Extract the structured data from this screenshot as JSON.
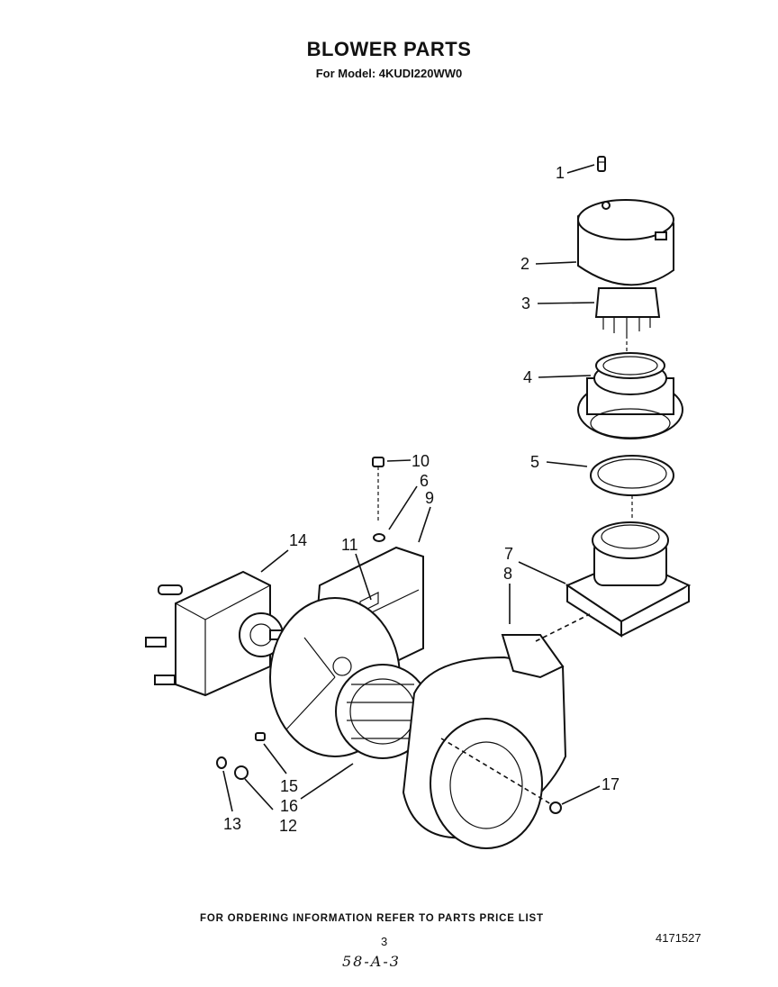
{
  "header": {
    "title": "BLOWER PARTS",
    "subtitle": "For Model: 4KUDI220WW0"
  },
  "callouts": [
    "1",
    "2",
    "3",
    "4",
    "5",
    "6",
    "7",
    "8",
    "9",
    "10",
    "11",
    "12",
    "13",
    "14",
    "15",
    "16",
    "17"
  ],
  "footer": {
    "ordering_note": "FOR ORDERING INFORMATION REFER TO PARTS PRICE LIST",
    "page_number": "3",
    "document_number": "4171527",
    "handwritten_code": "58-A-3"
  }
}
